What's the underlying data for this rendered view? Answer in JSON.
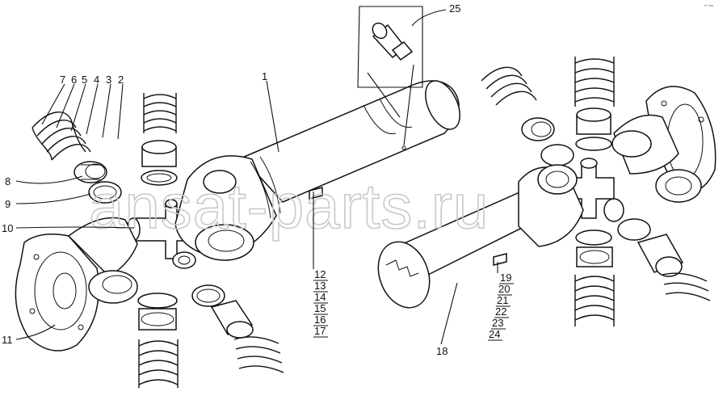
{
  "watermark": "ansat-parts.ru",
  "corner_note": "sº ooo",
  "labels": {
    "p1": "1",
    "p2": "2",
    "p3": "3",
    "p4": "4",
    "p5": "5",
    "p6": "6",
    "p7": "7",
    "p8": "8",
    "p9": "9",
    "p10": "10",
    "p11": "11",
    "p12": "12",
    "p13": "13",
    "p14": "14",
    "p15": "15",
    "p16": "16",
    "p17": "17",
    "p18": "18",
    "p19": "19",
    "p20": "20",
    "p21": "21",
    "p22": "22",
    "p23": "23",
    "p24": "24",
    "p25": "25"
  }
}
